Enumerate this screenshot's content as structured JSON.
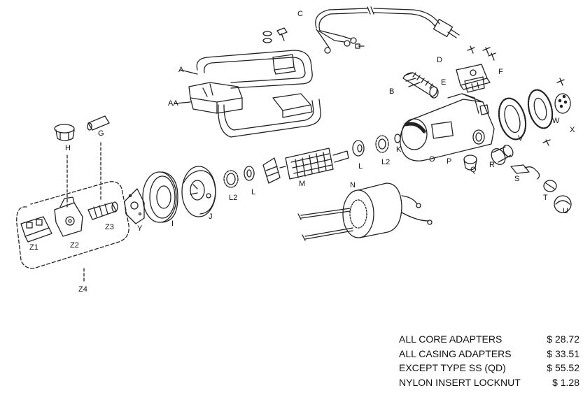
{
  "parts": {
    "C": "C",
    "A": "A",
    "AA": "AA",
    "D": "D",
    "F": "F",
    "E": "E",
    "B": "B",
    "G": "G",
    "H": "H",
    "K": "K",
    "L": "L",
    "L2": "L2",
    "O": "O",
    "P": "P",
    "Q": "Q",
    "R": "R",
    "V": "V",
    "W": "W",
    "X": "X",
    "S": "S",
    "T": "T",
    "U": "U",
    "M": "M",
    "N": "N",
    "Y": "Y",
    "I": "I",
    "J": "J",
    "Z1": "Z1",
    "Z2": "Z2",
    "Z3": "Z3",
    "Z4": "Z4"
  },
  "price_list": [
    {
      "item": "ALL CORE ADAPTERS",
      "price": "$ 28.72"
    },
    {
      "item": "ALL CASING ADAPTERS",
      "price": "$ 33.51"
    },
    {
      "item": "EXCEPT TYPE SS (QD)",
      "price": "$ 55.52"
    },
    {
      "item": "NYLON INSERT LOCKNUT",
      "price": "$ 1.28"
    }
  ]
}
